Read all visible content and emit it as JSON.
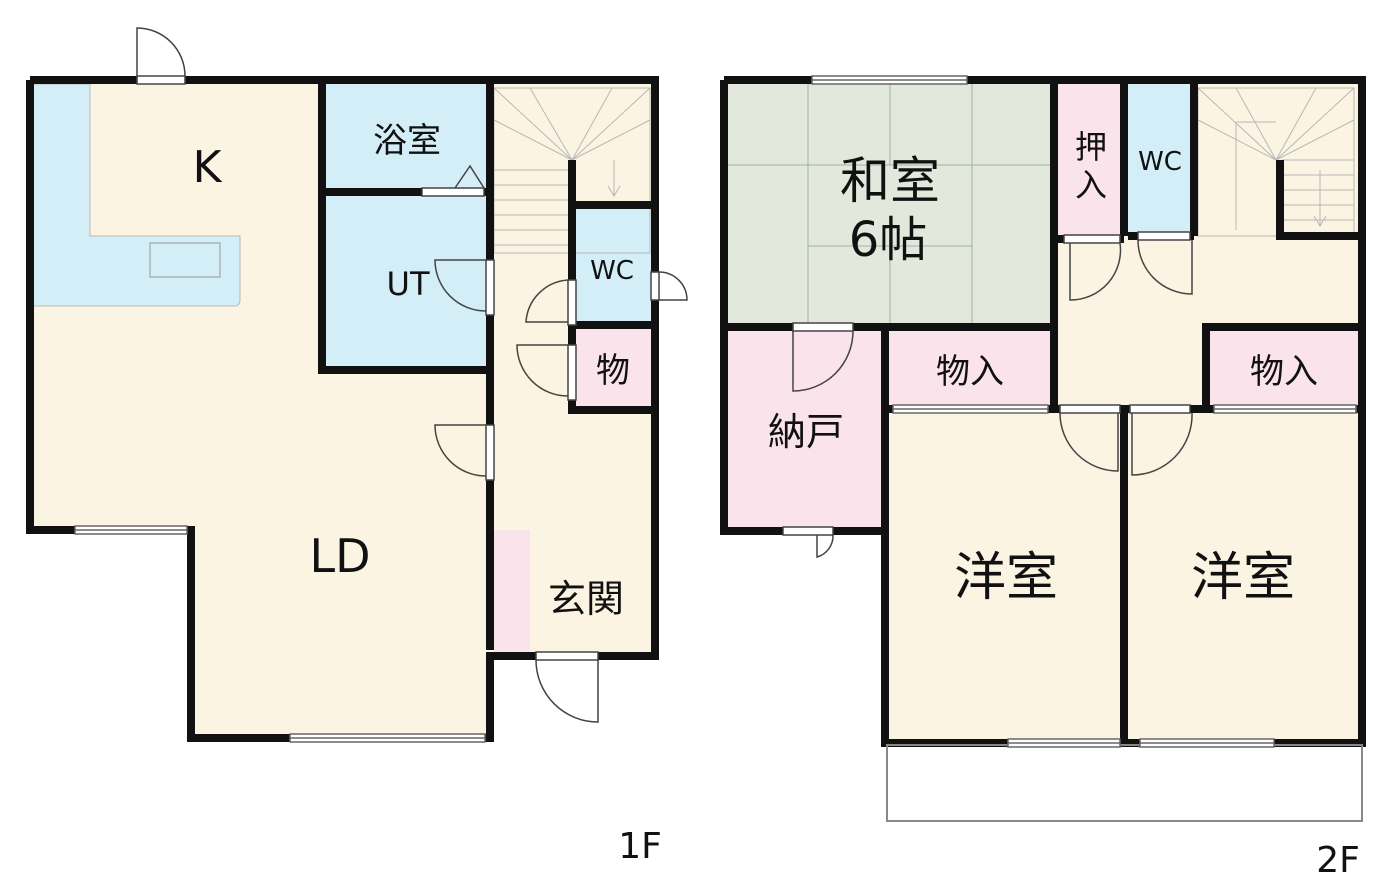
{
  "floor1": {
    "label": "1F",
    "rooms": {
      "kitchen": "K",
      "living_dining": "LD",
      "bathroom": "浴室",
      "utility": "UT",
      "toilet": "WC",
      "storage": "物",
      "entrance": "玄関"
    }
  },
  "floor2": {
    "label": "2F",
    "rooms": {
      "japanese_room_name": "和室",
      "japanese_room_size": "6帖",
      "closet_oshiire": "押入",
      "toilet": "WC",
      "storeroom": "納戸",
      "closet_left": "物入",
      "closet_right": "物入",
      "western_room_left": "洋室",
      "western_room_right": "洋室"
    }
  },
  "colors": {
    "wall": "#111111",
    "floor_beige": "#fcf4e2",
    "wet_area_blue": "#d4eef8",
    "storage_pink": "#fbe3ec",
    "tatami_green": "#e2e8dc",
    "stair_line": "#b8b8b8"
  }
}
